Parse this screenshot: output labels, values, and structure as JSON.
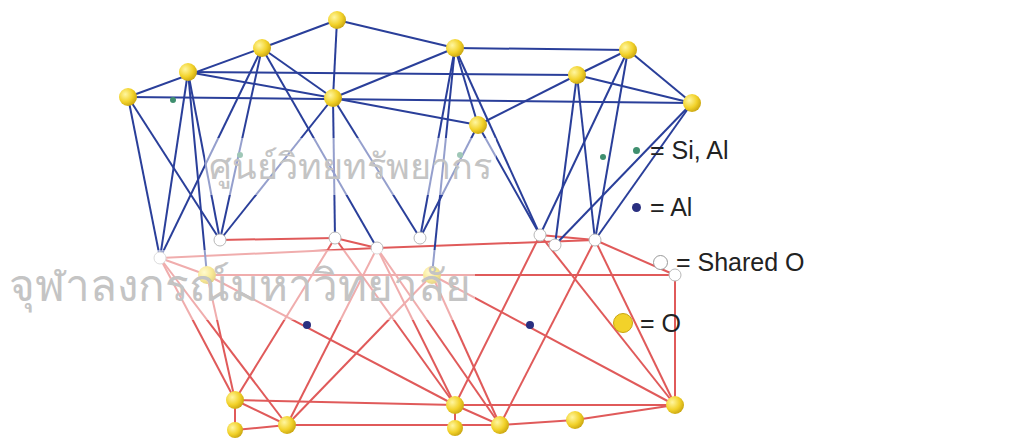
{
  "diagram": {
    "labels": [
      "ศูนย์วิทยทรัพยากร",
      "จุฬาลงกรณ์มหาวิทยาลัย"
    ],
    "legend": [
      {
        "text": "= Si, Al",
        "color": "#3f8f6f"
      },
      {
        "text": "= Al",
        "color": "#2a2f80"
      },
      {
        "text": "= Shared O",
        "color": "#ffffff"
      },
      {
        "text": "= O",
        "color": "#f2d22a"
      }
    ]
  }
}
